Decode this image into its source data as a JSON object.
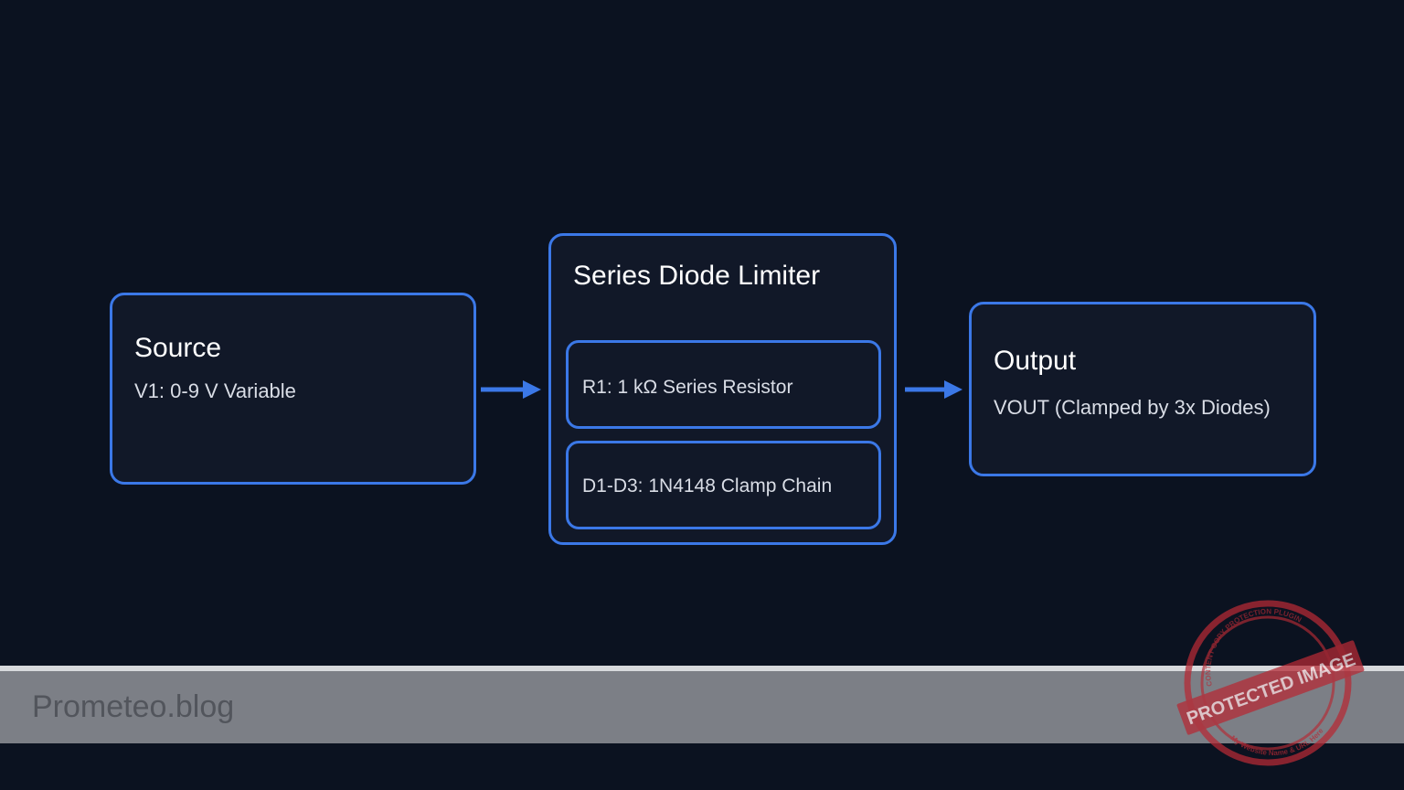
{
  "source": {
    "title": "Source",
    "text": "V1: 0-9 V Variable"
  },
  "limiter": {
    "title": "Series Diode Limiter",
    "resistor": "R1: 1 kΩ Series Resistor",
    "diodes": "D1-D3: 1N4148 Clamp Chain"
  },
  "output": {
    "title": "Output",
    "text": "VOUT (Clamped by 3x Diodes)"
  },
  "footer": {
    "brand": "Prometeo.blog"
  },
  "watermark": {
    "main": "PROTECTED IMAGE",
    "top_arc": "CONTENT COPY PROTECTION PLUGIN",
    "bottom_arc": "My Website Name & URL Here"
  },
  "colors": {
    "background": "#0b1220",
    "box_border": "#3b78e7",
    "box_fill": "#111828",
    "arrow": "#3b78e7",
    "footer_band": "#7c7f86",
    "watermark": "#b52a35"
  }
}
